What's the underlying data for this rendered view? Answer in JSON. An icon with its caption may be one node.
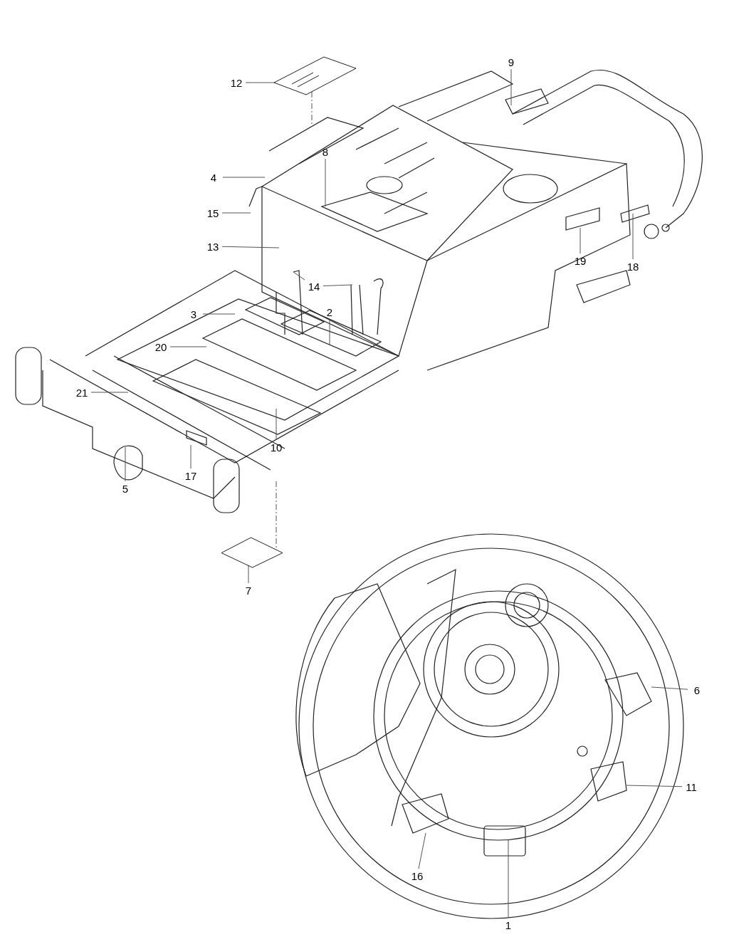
{
  "diagram": {
    "nodes": [
      {
        "text": [
          "12"
        ]
      },
      {
        "text": [
          "9"
        ]
      },
      {
        "text": [
          "4"
        ]
      },
      {
        "text": [
          "8"
        ]
      },
      {
        "text": [
          "15"
        ]
      },
      {
        "text": [
          "13"
        ]
      },
      {
        "text": [
          "19"
        ]
      },
      {
        "text": [
          "18"
        ]
      },
      {
        "text": [
          "14"
        ]
      },
      {
        "text": [
          "3"
        ]
      },
      {
        "text": [
          "2"
        ]
      },
      {
        "text": [
          "20"
        ]
      },
      {
        "text": [
          "21"
        ]
      },
      {
        "text": [
          "10"
        ]
      },
      {
        "text": [
          "17"
        ]
      },
      {
        "text": [
          "5"
        ]
      },
      {
        "text": [
          "7"
        ]
      },
      {
        "text": [
          "6"
        ]
      },
      {
        "text": [
          "11"
        ]
      },
      {
        "text": [
          "16"
        ]
      },
      {
        "text": [
          "1"
        ]
      },
      {
        "text": [],
        "shape": "box"
      },
      {
        "text": [],
        "shape": "diamond"
      }
    ],
    "edges": [
      {
        "from": 0,
        "to": 21,
        "arrow": "none"
      },
      {
        "from": 1,
        "to": null,
        "arrow": "none"
      },
      {
        "from": 2,
        "to": null,
        "arrow": "none"
      },
      {
        "from": 3,
        "to": null,
        "arrow": "none"
      },
      {
        "from": 4,
        "to": null,
        "arrow": "none"
      },
      {
        "from": 5,
        "to": null,
        "arrow": "none"
      },
      {
        "from": 6,
        "to": null,
        "arrow": "none"
      },
      {
        "from": 7,
        "to": null,
        "arrow": "none"
      },
      {
        "from": 8,
        "to": null,
        "arrow": "none"
      },
      {
        "from": 8,
        "to": null,
        "arrow": "none"
      },
      {
        "from": 9,
        "to": null,
        "arrow": "none"
      },
      {
        "from": 10,
        "to": null,
        "arrow": "none"
      },
      {
        "from": 11,
        "to": null,
        "arrow": "none"
      },
      {
        "from": 12,
        "to": null,
        "arrow": "none"
      },
      {
        "from": 13,
        "to": null,
        "arrow": "none"
      },
      {
        "from": 14,
        "to": null,
        "arrow": "none"
      },
      {
        "from": 15,
        "to": null,
        "arrow": "none"
      },
      {
        "from": 16,
        "to": 22,
        "arrow": "none"
      },
      {
        "from": 17,
        "to": null,
        "arrow": "none"
      },
      {
        "from": 18,
        "to": null,
        "arrow": "none"
      },
      {
        "from": 19,
        "to": null,
        "arrow": "none"
      },
      {
        "from": 20,
        "to": null,
        "arrow": "none"
      },
      {
        "from": 21,
        "to": null,
        "arrow": "none",
        "style": "dashed"
      },
      {
        "from": null,
        "to": 22,
        "arrow": "none",
        "style": "dashed"
      }
    ]
  }
}
